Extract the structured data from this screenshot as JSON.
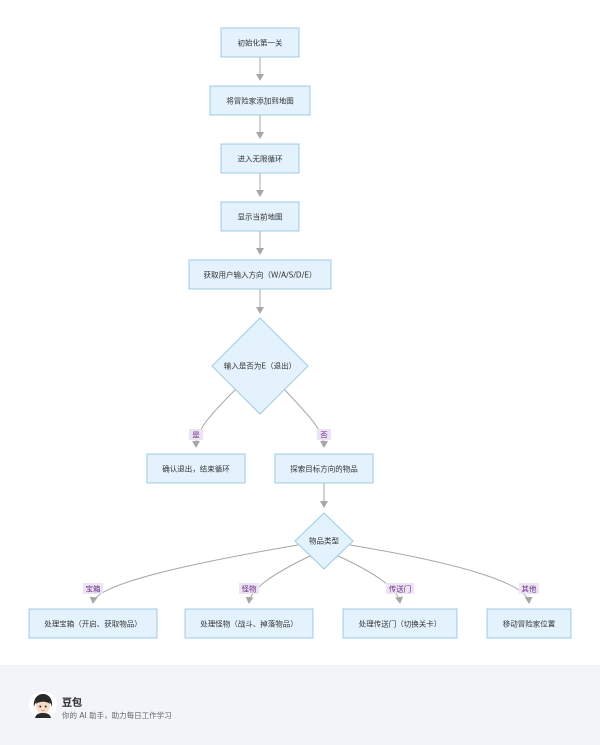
{
  "diagram": {
    "nodes": {
      "init_level": "初始化第一关",
      "add_adventurer": "将冒险家添加到地图",
      "enter_loop": "进入无限循环",
      "show_map": "显示当前地图",
      "get_input": "获取用户输入方向（W/A/S/D/E）",
      "is_exit": "输入是否为E（退出）",
      "confirm_exit": "确认退出，结束循环",
      "explore_item": "探索目标方向的物品",
      "item_type": "物品类型",
      "handle_chest": "处理宝箱（开启、获取物品）",
      "handle_monster": "处理怪物（战斗、掉落物品）",
      "handle_portal": "处理传送门（切换关卡）",
      "move_adventurer": "移动冒险家位置"
    },
    "edge_labels": {
      "yes": "是",
      "no": "否",
      "chest": "宝箱",
      "monster": "怪物",
      "portal": "传送门",
      "other": "其他"
    },
    "colors": {
      "node_fill": "#e3f2fc",
      "node_stroke": "#9fcbe6",
      "edge": "#a7a7a7",
      "label_bg": "#ece4f3",
      "label_text": "#6b2c87"
    }
  },
  "footer": {
    "brand": "豆包",
    "tagline": "你的 AI 助手，助力每日工作学习",
    "avatar_icon": "avatar-icon"
  }
}
